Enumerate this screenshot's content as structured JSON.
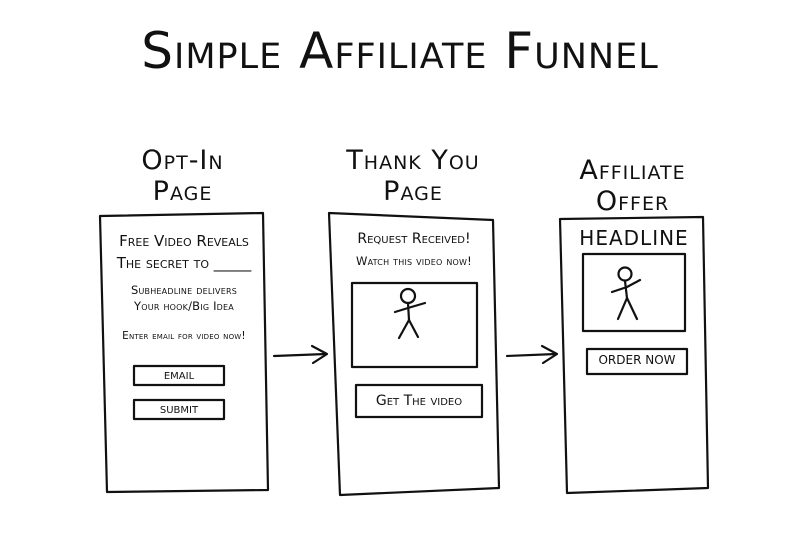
{
  "title": "Simple Affiliate Funnel",
  "pages": [
    {
      "label_lines": [
        "Opt-In",
        "Page"
      ],
      "lines": [
        "Free Video Reveals",
        "The secret to _____",
        "Subheadline delivers",
        "Your hook/Big Idea",
        "Enter email for video now!"
      ],
      "buttons": [
        "email",
        "submit"
      ]
    },
    {
      "label_lines": [
        "Thank You",
        "Page"
      ],
      "lines": [
        "Request Received!",
        "Watch this video now!"
      ],
      "buttons": [
        "Get The video"
      ]
    },
    {
      "label_lines": [
        "Affiliate",
        "Offer"
      ],
      "lines": [
        "HEADLINE"
      ],
      "buttons": [
        "ORDER NOW"
      ]
    }
  ]
}
